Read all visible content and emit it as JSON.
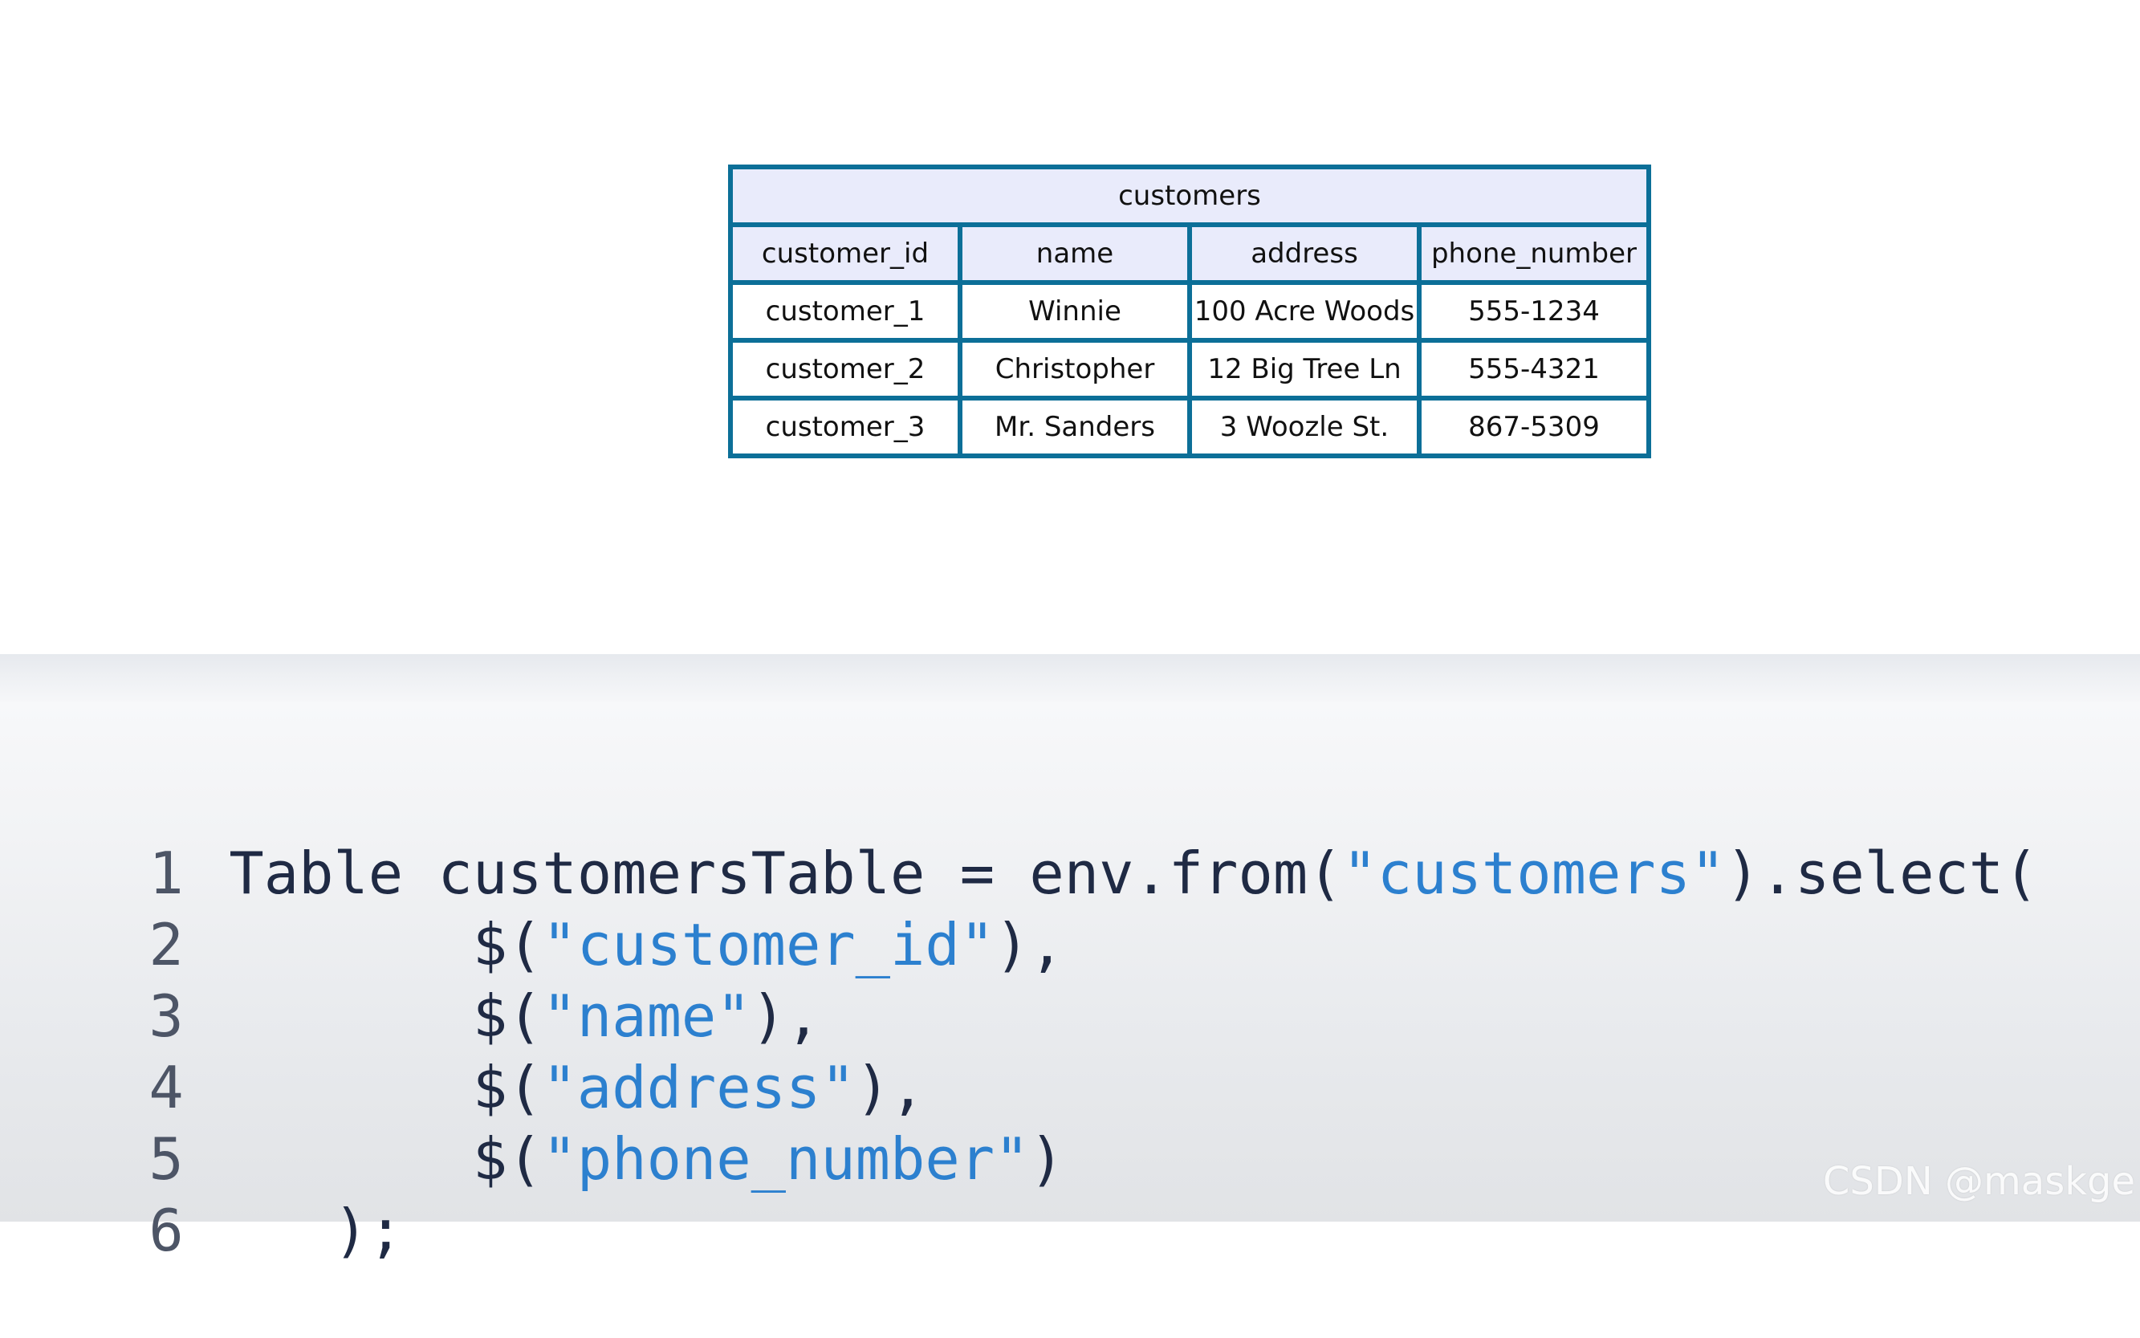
{
  "table": {
    "title": "customers",
    "columns": [
      "customer_id",
      "name",
      "address",
      "phone_number"
    ],
    "rows": [
      [
        "customer_1",
        "Winnie",
        "100 Acre Woods",
        "555-1234"
      ],
      [
        "customer_2",
        "Christopher",
        "12 Big Tree Ln",
        "555-4321"
      ],
      [
        "customer_3",
        "Mr. Sanders",
        "3 Woozle St.",
        "867-5309"
      ]
    ]
  },
  "code": {
    "lines": [
      {
        "number": "1",
        "segments": [
          {
            "text": "Table customersTable = env.from(",
            "kind": "code"
          },
          {
            "text": "\"customers\"",
            "kind": "string"
          },
          {
            "text": ").select(",
            "kind": "code"
          }
        ]
      },
      {
        "number": "2",
        "segments": [
          {
            "text": "       $(",
            "kind": "code"
          },
          {
            "text": "\"customer_id\"",
            "kind": "string"
          },
          {
            "text": "),",
            "kind": "code"
          }
        ]
      },
      {
        "number": "3",
        "segments": [
          {
            "text": "       $(",
            "kind": "code"
          },
          {
            "text": "\"name\"",
            "kind": "string"
          },
          {
            "text": "),",
            "kind": "code"
          }
        ]
      },
      {
        "number": "4",
        "segments": [
          {
            "text": "       $(",
            "kind": "code"
          },
          {
            "text": "\"address\"",
            "kind": "string"
          },
          {
            "text": "),",
            "kind": "code"
          }
        ]
      },
      {
        "number": "5",
        "segments": [
          {
            "text": "       $(",
            "kind": "code"
          },
          {
            "text": "\"phone_number\"",
            "kind": "string"
          },
          {
            "text": ")",
            "kind": "code"
          }
        ]
      },
      {
        "number": "6",
        "segments": [
          {
            "text": "   );",
            "kind": "code"
          }
        ]
      }
    ]
  },
  "watermark": "CSDN @maskge",
  "colors": {
    "table_border": "#0c6f98",
    "header_fill": "#e9ebfb",
    "code_text": "#1f2a44",
    "string_literal": "#2c80cf"
  }
}
